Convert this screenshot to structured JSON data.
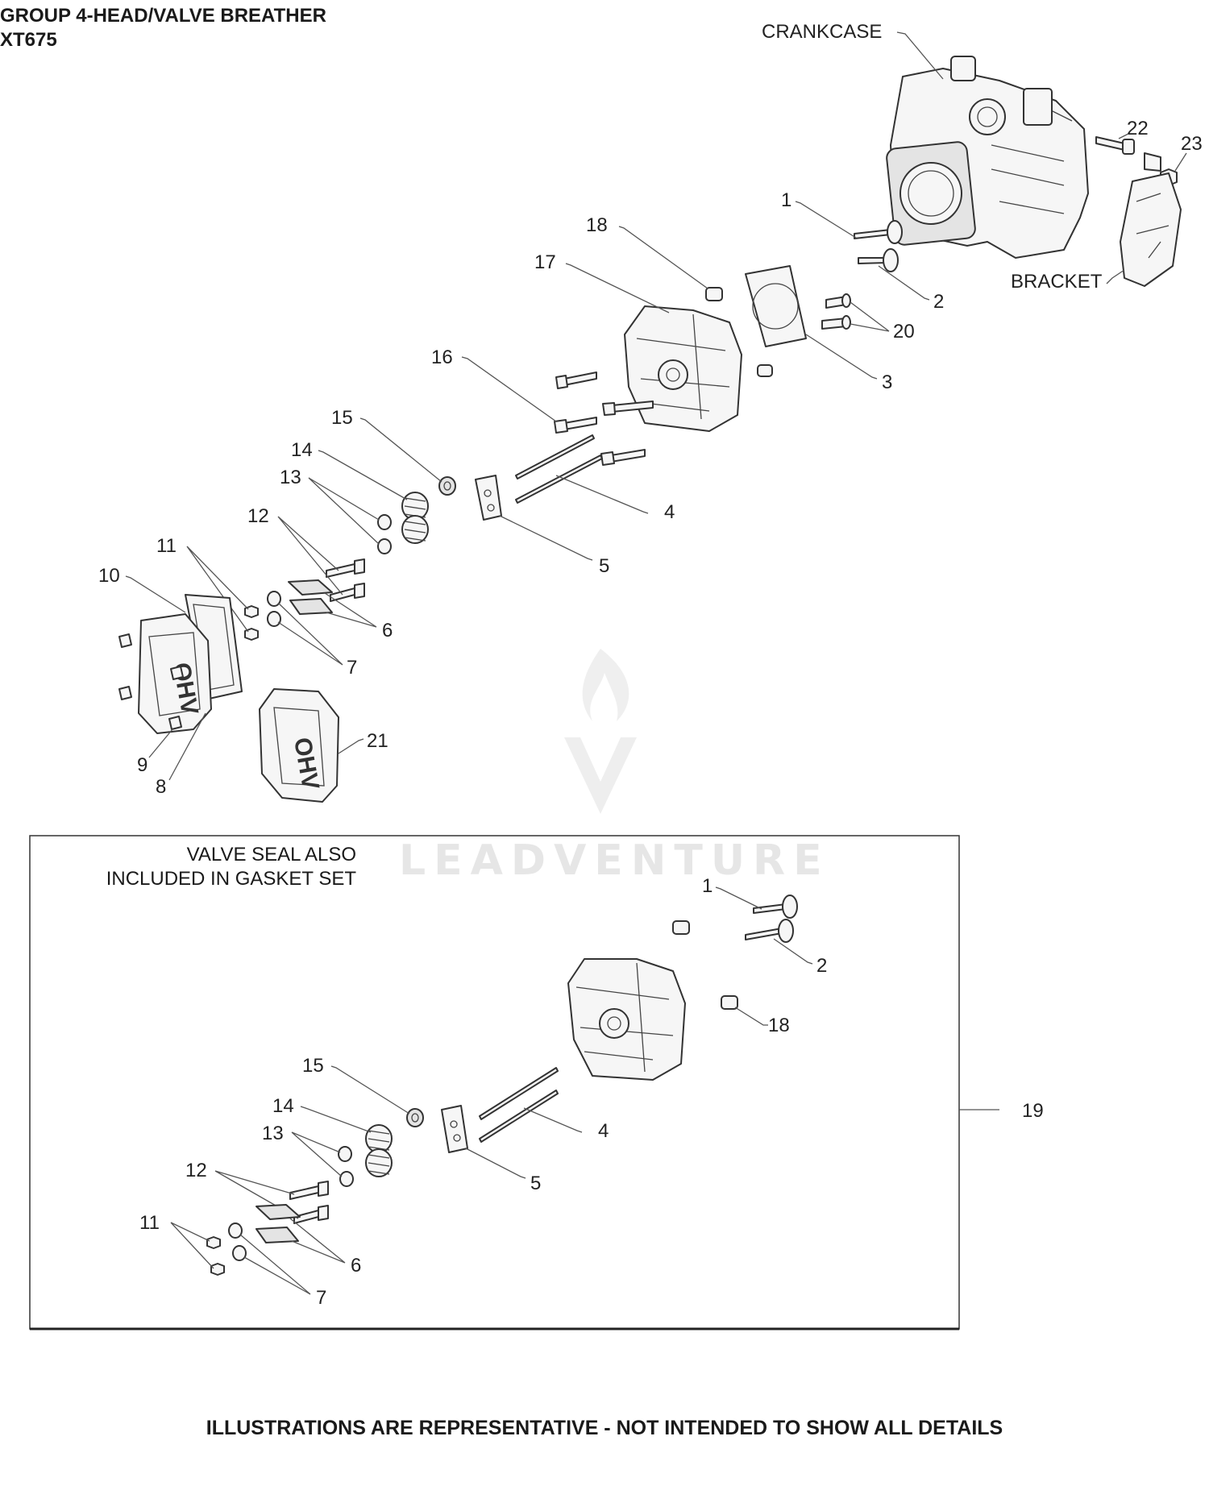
{
  "header": {
    "title_line1": "GROUP 4-HEAD/VALVE BREATHER",
    "title_line2": "XT675"
  },
  "labels": {
    "crankcase": "CRANKCASE",
    "bracket": "BRACKET",
    "n1": "1",
    "n2": "2",
    "n3": "3",
    "n4": "4",
    "n5": "5",
    "n6": "6",
    "n7": "7",
    "n8": "8",
    "n9": "9",
    "n10": "10",
    "n11": "11",
    "n12": "12",
    "n13": "13",
    "n14": "14",
    "n15": "15",
    "n16": "16",
    "n17": "17",
    "n18": "18",
    "n19": "19",
    "n20": "20",
    "n21": "21",
    "n22": "22",
    "n23": "23"
  },
  "cover_text": "OHV",
  "inset": {
    "note_line1": "VALVE SEAL ALSO",
    "note_line2": "INCLUDED IN GASKET SET"
  },
  "watermark": "LEADVENTURE",
  "footer": "ILLUSTRATIONS ARE REPRESENTATIVE - NOT INTENDED TO SHOW ALL DETAILS"
}
